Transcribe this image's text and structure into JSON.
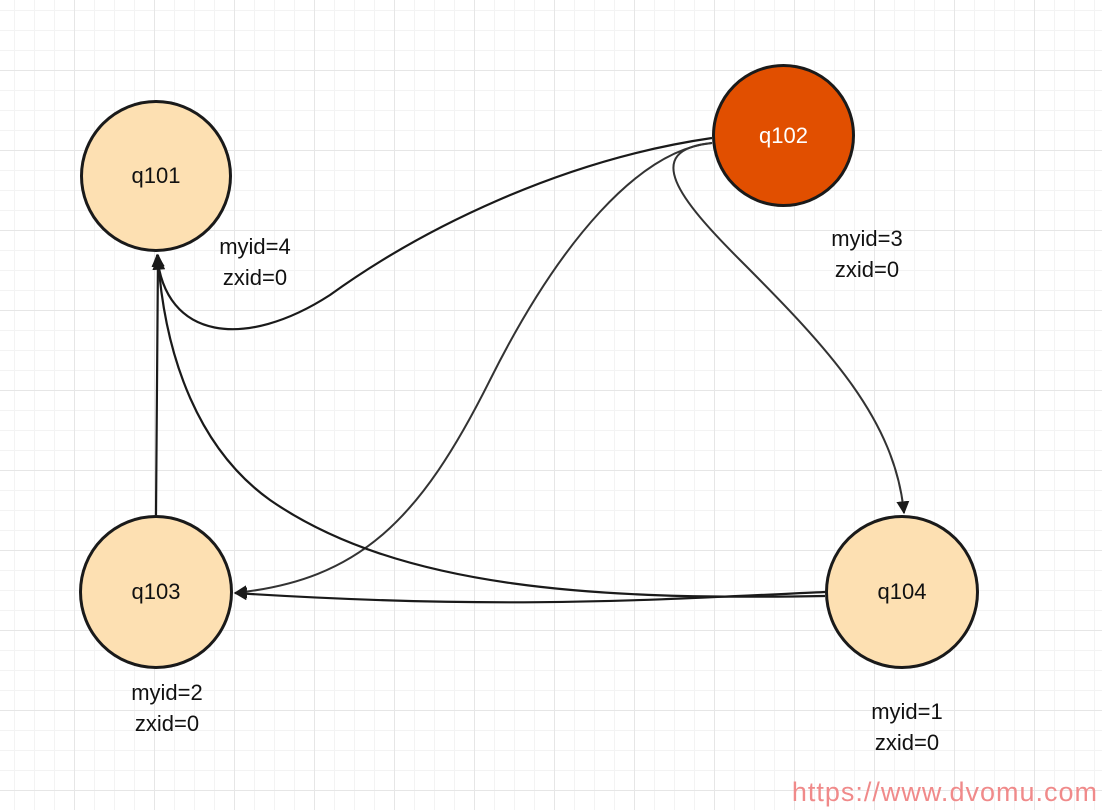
{
  "nodes": {
    "q101": {
      "label": "q101",
      "myid": "myid=4",
      "zxid": "zxid=0"
    },
    "q102": {
      "label": "q102",
      "myid": "myid=3",
      "zxid": "zxid=0"
    },
    "q103": {
      "label": "q103",
      "myid": "myid=2",
      "zxid": "zxid=0"
    },
    "q104": {
      "label": "q104",
      "myid": "myid=1",
      "zxid": "zxid=0"
    }
  },
  "edges": [
    {
      "from": "q102",
      "to": "q101"
    },
    {
      "from": "q102",
      "to": "q103"
    },
    {
      "from": "q102",
      "to": "q104"
    },
    {
      "from": "q103",
      "to": "q101"
    },
    {
      "from": "q104",
      "to": "q101"
    },
    {
      "from": "q104",
      "to": "q103"
    }
  ],
  "colors": {
    "node_fill": "#fde0b2",
    "leader_fill": "#e14f00",
    "stroke": "#1a1a1a",
    "watermark": "#f08a8a"
  },
  "watermark": "https://www.dvomu.com"
}
